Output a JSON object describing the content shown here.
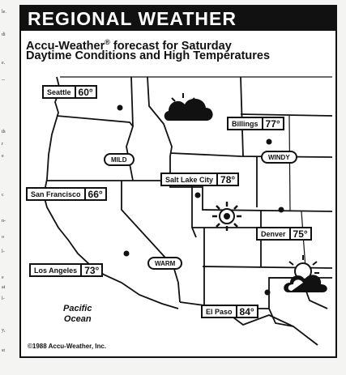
{
  "title": "REGIONAL WEATHER",
  "subtitle": {
    "line1_brand": "Accu-Weather",
    "line1_mark": "®",
    "line1_rest": " forecast for Saturday",
    "line2": "Daytime Conditions and High Temperatures"
  },
  "cities": [
    {
      "name": "Seattle",
      "temp": "60°"
    },
    {
      "name": "Billings",
      "temp": "77°"
    },
    {
      "name": "Salt Lake City",
      "temp": "78°"
    },
    {
      "name": "San Francisco",
      "temp": "66°"
    },
    {
      "name": "Denver",
      "temp": "75°"
    },
    {
      "name": "Los Angeles",
      "temp": "73°"
    },
    {
      "name": "El Paso",
      "temp": "84°"
    }
  ],
  "conditions": [
    "MILD",
    "WINDY",
    "WARM"
  ],
  "icons": [
    "partly-cloudy-icon",
    "sun-icon",
    "partly-cloudy-icon"
  ],
  "ocean": {
    "line1": "Pacific",
    "line2": "Ocean"
  },
  "copyright": "©1988 Accu-Weather, Inc."
}
